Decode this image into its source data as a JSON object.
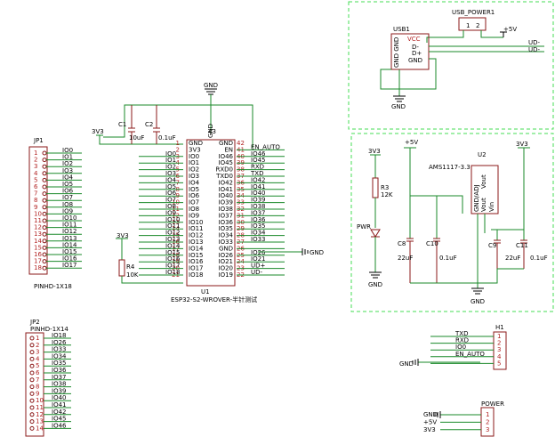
{
  "usb_power": {
    "sheet_label": "USB_POWER1",
    "usb_ref": "USB1",
    "usb_pins": [
      "VCC",
      "D-",
      "D+",
      "GND"
    ],
    "usb_gnd_side": "GND GND",
    "hdr_pins": [
      "1",
      "2"
    ],
    "rail": "+5V",
    "net_dm": "UD-",
    "net_dp": "UD-",
    "gnd": "GND"
  },
  "main_gnd": "GND",
  "rail_3v3": "3V3",
  "c1": {
    "ref": "C1",
    "value": "10uF"
  },
  "c2": {
    "ref": "C2",
    "value": "0.1uF"
  },
  "u1": {
    "ref": "U1",
    "part": "ESP32-S2-WROVER-半针测试",
    "pin_43": "43",
    "left": [
      [
        "1",
        "GND"
      ],
      [
        "2",
        "3V3"
      ],
      [
        "3",
        "IO0"
      ],
      [
        "4",
        "IO1"
      ],
      [
        "5",
        "IO2"
      ],
      [
        "6",
        "IO3"
      ],
      [
        "7",
        "IO4"
      ],
      [
        "8",
        "IO5"
      ],
      [
        "9",
        "IO6"
      ],
      [
        "10",
        "IO7"
      ],
      [
        "11",
        "IO8"
      ],
      [
        "12",
        "IO9"
      ],
      [
        "13",
        "IO10"
      ],
      [
        "14",
        "IO11"
      ],
      [
        "15",
        "IO12"
      ],
      [
        "16",
        "IO13"
      ],
      [
        "17",
        "IO14"
      ],
      [
        "18",
        "IO15"
      ],
      [
        "19",
        "IO16"
      ],
      [
        "20",
        "IO17"
      ],
      [
        "21",
        "IO18"
      ]
    ],
    "right": [
      [
        "42",
        "GND"
      ],
      [
        "41",
        "EN"
      ],
      [
        "40",
        "IO46"
      ],
      [
        "39",
        "IO45"
      ],
      [
        "38",
        "RXD0"
      ],
      [
        "37",
        "TXD0"
      ],
      [
        "36",
        "IO42"
      ],
      [
        "35",
        "IO41"
      ],
      [
        "34",
        "IO40"
      ],
      [
        "33",
        "IO39"
      ],
      [
        "32",
        "IO38"
      ],
      [
        "31",
        "IO37"
      ],
      [
        "30",
        "IO36"
      ],
      [
        "29",
        "IO35"
      ],
      [
        "28",
        "IO34"
      ],
      [
        "27",
        "IO33"
      ],
      [
        "26",
        "GND"
      ],
      [
        "25",
        "IO26"
      ],
      [
        "24",
        "IO21"
      ],
      [
        "23",
        "IO20"
      ],
      [
        "22",
        "IO19"
      ]
    ],
    "left_nets": [
      "IO0",
      "IO1",
      "IO2",
      "IO3",
      "IO4",
      "IO5",
      "IO6",
      "IO7",
      "IO8",
      "IO9",
      "IO10",
      "IO11",
      "IO12",
      "IO13",
      "IO14",
      "IO15",
      "IO16",
      "IO17",
      "IO18"
    ],
    "right_nets": [
      "EN_AUTO",
      "IO46",
      "IO45",
      "RXD",
      "TXD",
      "IO42",
      "IO41",
      "IO40",
      "IO39",
      "IO38",
      "IO37",
      "IO36",
      "IO35",
      "IO34",
      "IO33",
      "",
      "IO26",
      "IO21",
      "UD+",
      "UD-"
    ],
    "gnd26": "GND"
  },
  "r4": {
    "ref": "R4",
    "value": "10K"
  },
  "jp1": {
    "ref": "JP1",
    "part": "PINHD-1X18",
    "pins": [
      "1",
      "2",
      "3",
      "4",
      "5",
      "6",
      "7",
      "8",
      "9",
      "10",
      "11",
      "12",
      "13",
      "14",
      "15",
      "16",
      "17",
      "18"
    ],
    "nets": [
      "IO0",
      "IO1",
      "IO2",
      "IO3",
      "IO4",
      "IO5",
      "IO6",
      "IO7",
      "IO8",
      "IO9",
      "IO10",
      "IO11",
      "IO12",
      "IO13",
      "IO14",
      "IO15",
      "IO16",
      "IO17"
    ]
  },
  "jp2": {
    "ref": "JP2",
    "part": "PINHD-1X14",
    "pins": [
      "1",
      "2",
      "3",
      "4",
      "5",
      "6",
      "7",
      "8",
      "9",
      "10",
      "11",
      "12",
      "13",
      "14"
    ],
    "nets": [
      "IO18",
      "IO26",
      "IO33",
      "IO34",
      "IO35",
      "IO36",
      "IO37",
      "IO38",
      "IO39",
      "IO40",
      "IO41",
      "IO42",
      "IO45",
      "IO46"
    ]
  },
  "reg": {
    "rail_in": "+5V",
    "rail_out": "3V3",
    "rail_led": "3V3",
    "r3": {
      "ref": "R3",
      "value": "12K"
    },
    "led": "PWR",
    "u2_ref": "U2",
    "u2_part": "AMS1117-3.3",
    "u2_pins": [
      "GND/ADJ",
      "Vout",
      "Vout",
      "Vin"
    ],
    "c8": {
      "ref": "C8",
      "value": "22uF"
    },
    "c10": {
      "ref": "C10",
      "value": "0.1uF"
    },
    "c9": {
      "ref": "C9",
      "value": "22uF"
    },
    "c11": {
      "ref": "C11",
      "value": "0.1uF"
    },
    "gnd_led": "GND",
    "gnd_main": "GND"
  },
  "h1": {
    "ref": "H1",
    "pins": [
      "1",
      "2",
      "3",
      "4",
      "5"
    ],
    "nets": [
      "TXD",
      "RXD",
      "IO0",
      "EN_AUTO",
      ""
    ],
    "gnd": "GND"
  },
  "power": {
    "ref": "POWER",
    "pins": [
      "1",
      "2",
      "3"
    ],
    "nets": [
      "GND",
      "+5V",
      "3V3"
    ]
  }
}
